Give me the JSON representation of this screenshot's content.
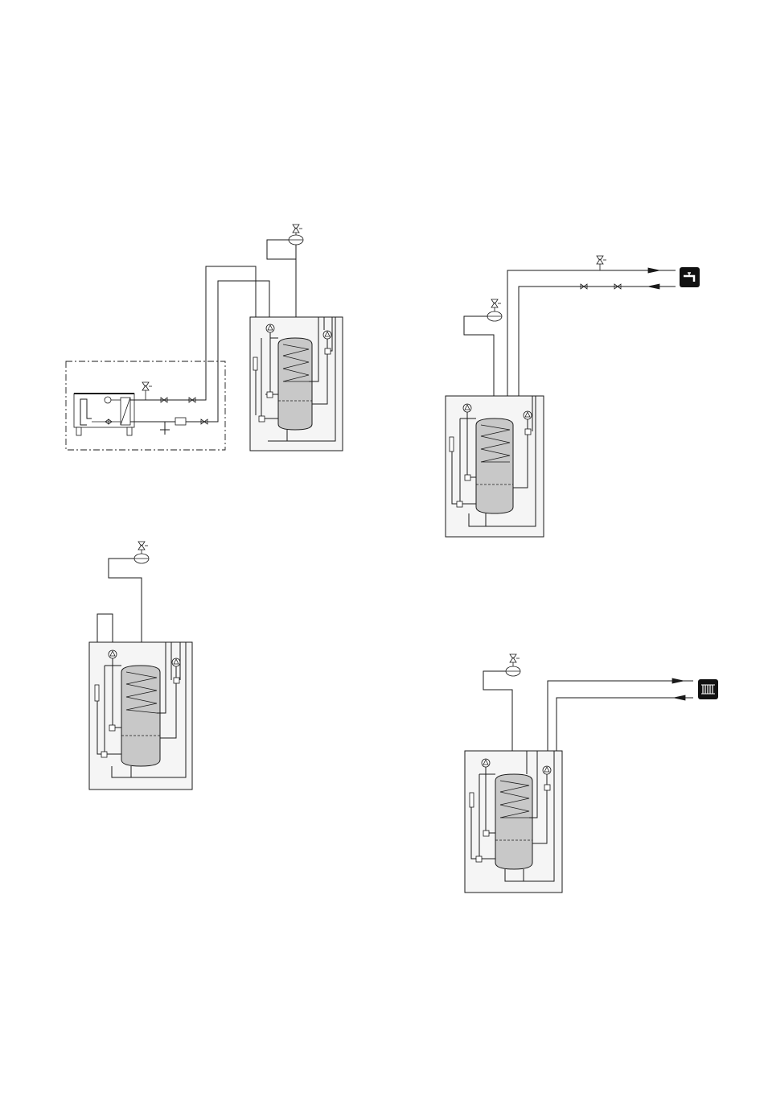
{
  "diagrams": [
    {
      "id": "outdoor-unit-system",
      "icon": "heat-pump-outdoor-unit-icon"
    },
    {
      "id": "hot-water-system",
      "icon": "tap-icon"
    },
    {
      "id": "basic-module",
      "icon": "water-heater-icon"
    },
    {
      "id": "heating-system",
      "icon": "radiator-icon"
    }
  ],
  "colors": {
    "line": "#1a1a1a",
    "module_fill": "#f5f5f5",
    "tank_fill": "#c8c8c8",
    "icon_fill": "#111111"
  }
}
